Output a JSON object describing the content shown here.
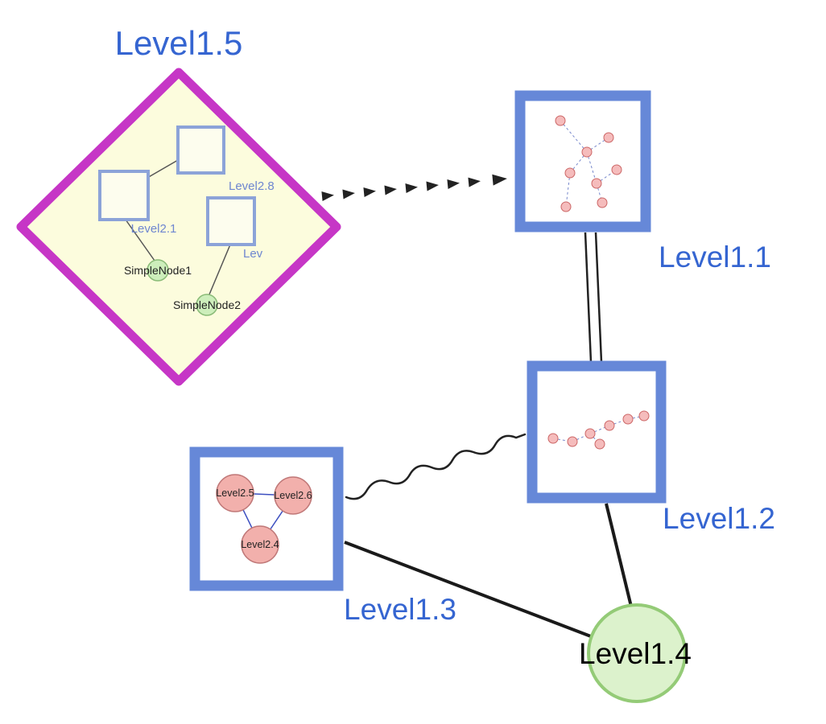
{
  "diagram": {
    "type": "nested-graph-visualization",
    "nodes": {
      "level15": {
        "label": "Level1.5",
        "shape": "diamond-group"
      },
      "level11": {
        "label": "Level1.1",
        "shape": "group-square"
      },
      "level12": {
        "label": "Level1.2",
        "shape": "group-square"
      },
      "level13": {
        "label": "Level1.3",
        "shape": "group-square"
      },
      "level14": {
        "label": "Level1.4",
        "shape": "circle"
      }
    },
    "subnodes": {
      "level28": {
        "label": "Level2.8",
        "parent": "Level1.5",
        "shape": "square"
      },
      "level21": {
        "label": "Level2.1",
        "parent": "Level1.5",
        "shape": "square"
      },
      "lev": {
        "label": "Lev",
        "parent": "Level1.5",
        "shape": "square"
      },
      "simple1": {
        "label": "SimpleNode1",
        "parent": "Level1.5",
        "shape": "small-green-circle"
      },
      "simple2": {
        "label": "SimpleNode2",
        "parent": "Level1.5",
        "shape": "small-green-circle"
      },
      "level25": {
        "label": "Level2.5",
        "parent": "Level1.3",
        "shape": "pink-circle"
      },
      "level26": {
        "label": "Level2.6",
        "parent": "Level1.3",
        "shape": "pink-circle"
      },
      "level24": {
        "label": "Level2.4",
        "parent": "Level1.3",
        "shape": "pink-circle"
      }
    },
    "edges": [
      {
        "from": "Level1.5",
        "to": "Level1.1",
        "style": "thick-dashed-arrow"
      },
      {
        "from": "Level1.1",
        "to": "Level1.2",
        "style": "double-line"
      },
      {
        "from": "Level1.3",
        "to": "Level1.2",
        "style": "wavy-line"
      },
      {
        "from": "Level1.3",
        "to": "Level1.4",
        "style": "solid-line"
      },
      {
        "from": "Level1.2",
        "to": "Level1.4",
        "style": "solid-line"
      }
    ],
    "colors": {
      "label_blue": "#3565d1",
      "sublabel_blue": "#6e86d0",
      "group_border_blue": "#6688d8",
      "inner_square_border": "#8ca3d8",
      "diamond_border_magenta": "#c636c6",
      "diamond_fill_yellow": "#fcfcdd",
      "green_node_fill": "#dcf2cc",
      "green_node_stroke": "#94cb77",
      "small_green_fill": "#cdeebb",
      "small_green_stroke": "#8abb77",
      "pink_node_fill": "#f2b0ac",
      "pink_node_stroke": "#c07878",
      "mini_node_fill": "#f5bcbc",
      "mini_node_stroke": "#cc6666",
      "mini_edge_blue": "#7788cc",
      "triangle_edge_blue": "#3c4fc0",
      "edge_black": "#222222"
    }
  }
}
